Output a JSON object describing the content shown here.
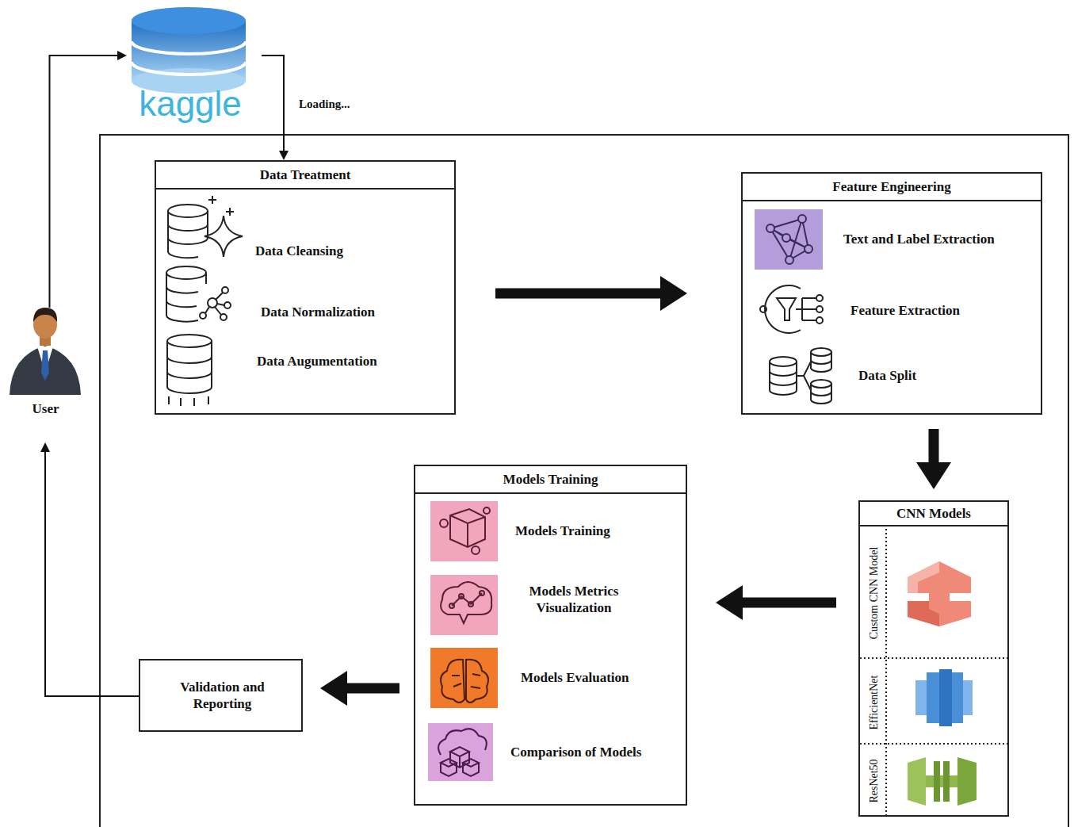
{
  "diagram": {
    "nodes": [
      {
        "text": [
          "kaggle"
        ]
      },
      {
        "text": [
          "User"
        ]
      },
      {
        "text": [
          "Data Treatment",
          "Data Cleansing",
          "Data Normalization",
          "Data Augumentation"
        ]
      },
      {
        "text": [
          "Feature Engineering",
          "Text and Label Extraction",
          "Feature Extraction",
          "Data Split"
        ]
      },
      {
        "text": [
          "CNN Models",
          "Custom CNN Model",
          "EfficientNet",
          "ResNet50"
        ]
      },
      {
        "text": [
          "Models Training",
          "Models Training",
          "Models Metrics Visualization",
          "Models Evaluation",
          "Comparison of Models"
        ]
      },
      {
        "text": [
          "Validation and Reporting"
        ]
      }
    ],
    "edges": [
      {
        "from": 1,
        "to": 0,
        "arrow": "to"
      },
      {
        "from": 0,
        "to": 2,
        "label": "Loading...",
        "arrow": "to"
      },
      {
        "from": 2,
        "to": 3,
        "arrow": "to"
      },
      {
        "from": 3,
        "to": 4,
        "arrow": "to"
      },
      {
        "from": 4,
        "to": 5,
        "arrow": "to"
      },
      {
        "from": 5,
        "to": 6,
        "arrow": "to"
      },
      {
        "from": 6,
        "to": 1,
        "arrow": "to"
      }
    ]
  }
}
